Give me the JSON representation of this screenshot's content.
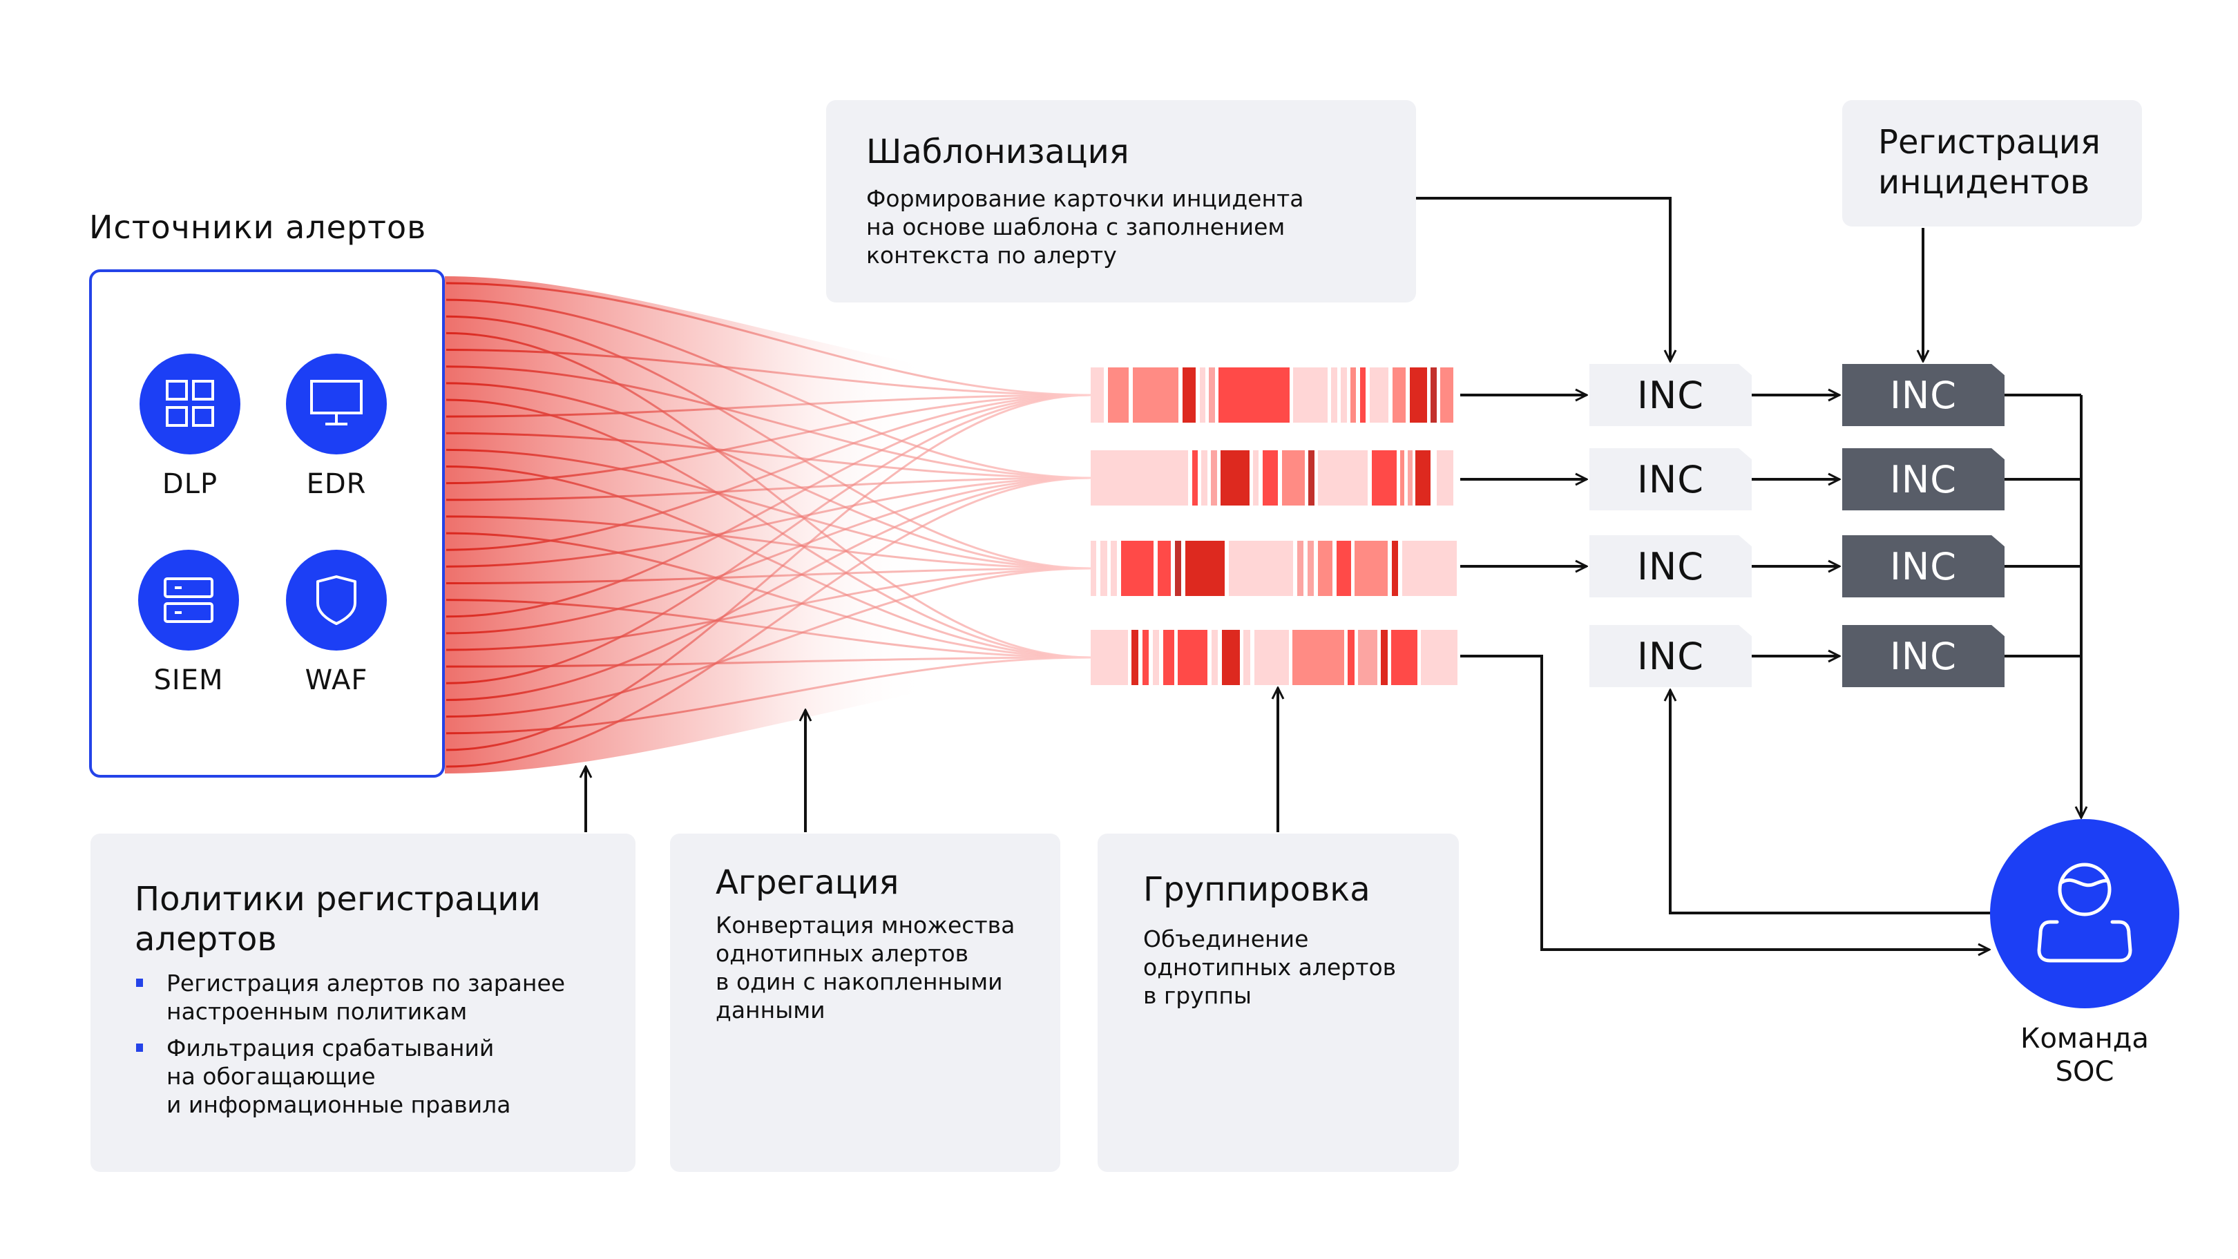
{
  "sources": {
    "title": "Источники алертов",
    "items": [
      {
        "label": "DLP",
        "icon": "grid-icon"
      },
      {
        "label": "EDR",
        "icon": "monitor-icon"
      },
      {
        "label": "SIEM",
        "icon": "server-icon"
      },
      {
        "label": "WAF",
        "icon": "shield-icon"
      }
    ]
  },
  "templating": {
    "title": "Шаблонизация",
    "lines": [
      "Формирование карточки инцидента",
      "на основе шаблона с заполнением",
      "контекста по алерту"
    ]
  },
  "registration": {
    "title_lines": [
      "Регистрация",
      "инцидентов"
    ]
  },
  "policies": {
    "title_lines": [
      "Политики регистрации",
      "алертов"
    ],
    "bullets": [
      [
        "Регистрация алертов по заранее",
        "настроенным политикам"
      ],
      [
        "Фильтрация срабатываний",
        "на обогащающие",
        "и информационные правила"
      ]
    ]
  },
  "aggregation": {
    "title": "Агрегация",
    "lines": [
      "Конвертация множества",
      "однотипных алертов",
      "в один с накопленными",
      "данными"
    ]
  },
  "grouping": {
    "title": "Группировка",
    "lines": [
      "Объединение",
      "однотипных алертов",
      "в группы"
    ]
  },
  "incidents": {
    "draft_label": "INC",
    "registered_label": "INC",
    "rows": 4
  },
  "soc": {
    "label_lines": [
      "Команда",
      "SOC"
    ],
    "icon": "user-icon"
  },
  "colors": {
    "accent_blue": "#1c3ff5",
    "card_bg": "#f0f1f5",
    "inc_dark": "#585d68",
    "alert_shades": [
      "#ffd6d6",
      "#fca5a2",
      "#ff8b84",
      "#ff4a48",
      "#dd291f",
      "#c2312c"
    ]
  },
  "alert_strips": [
    [
      [
        0,
        3.5,
        0
      ],
      [
        4.5,
        5.5,
        2
      ],
      [
        11,
        12,
        2
      ],
      [
        24,
        3.5,
        4
      ],
      [
        28.5,
        1.5,
        0
      ],
      [
        31,
        1.5,
        1
      ],
      [
        33.5,
        18.5,
        3
      ],
      [
        53,
        9,
        0
      ],
      [
        63,
        1.5,
        0
      ],
      [
        65.5,
        1.5,
        0
      ],
      [
        68,
        1.5,
        2
      ],
      [
        70.5,
        1.5,
        3
      ],
      [
        73,
        5,
        0
      ],
      [
        79,
        3.5,
        2
      ],
      [
        83.5,
        4.5,
        4
      ],
      [
        89,
        1.5,
        5
      ],
      [
        91.5,
        3.5,
        2
      ]
    ],
    [
      [
        0,
        25.5,
        0
      ],
      [
        26.5,
        1.5,
        3
      ],
      [
        29,
        1.5,
        0
      ],
      [
        31.5,
        1.5,
        1
      ],
      [
        34,
        7.5,
        4
      ],
      [
        42.5,
        1.5,
        0
      ],
      [
        45,
        4,
        3
      ],
      [
        50,
        6,
        2
      ],
      [
        57,
        1.5,
        5
      ],
      [
        59.5,
        13,
        0
      ],
      [
        73.5,
        6.5,
        3
      ],
      [
        81,
        1,
        2
      ],
      [
        83,
        1.2,
        1
      ],
      [
        85,
        4,
        4
      ],
      [
        90.5,
        4.5,
        0
      ]
    ],
    [
      [
        0,
        1.5,
        0
      ],
      [
        2.6,
        1.7,
        0
      ],
      [
        5.3,
        1.6,
        0
      ],
      [
        8,
        8.4,
        3
      ],
      [
        17.5,
        3.4,
        3
      ],
      [
        22,
        1.7,
        5
      ],
      [
        24.7,
        10.3,
        4
      ],
      [
        36.1,
        16.9,
        0
      ],
      [
        54.1,
        1.6,
        1
      ],
      [
        56.8,
        1.6,
        1
      ],
      [
        59.4,
        3.8,
        2
      ],
      [
        64.3,
        3.8,
        3
      ],
      [
        69.1,
        8.7,
        2
      ],
      [
        78.9,
        1.6,
        4
      ],
      [
        81.6,
        14.2,
        0
      ]
    ],
    [
      [
        0,
        9.8,
        0
      ],
      [
        10.7,
        1.8,
        4
      ],
      [
        13.5,
        1.7,
        3
      ],
      [
        16.2,
        1.7,
        0
      ],
      [
        19,
        2.8,
        3
      ],
      [
        22.8,
        7.8,
        3
      ],
      [
        31.6,
        1.7,
        0
      ],
      [
        34.4,
        4.7,
        4
      ],
      [
        40,
        1.7,
        0
      ],
      [
        42.8,
        9,
        0
      ],
      [
        52.8,
        13.5,
        2
      ],
      [
        67.3,
        1.7,
        3
      ],
      [
        70,
        5,
        1
      ],
      [
        76,
        1.7,
        4
      ],
      [
        78.7,
        6.8,
        3
      ],
      [
        86.5,
        9.5,
        0
      ]
    ]
  ]
}
